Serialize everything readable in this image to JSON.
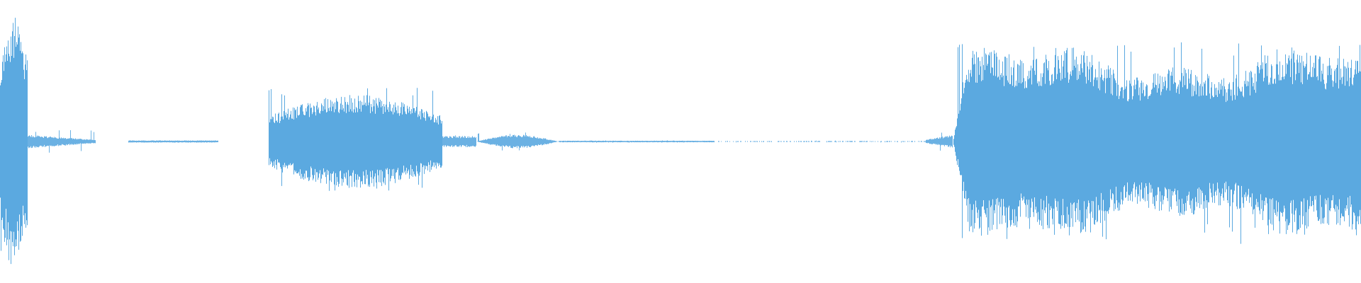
{
  "waveform": {
    "color": "#5ba9e0",
    "background": "#ffffff",
    "duration_fraction_segments": [
      {
        "name": "attack-burst",
        "start": 0.0,
        "end": 0.02,
        "level": 0.92,
        "peak": 1.0
      },
      {
        "name": "attack-tail",
        "start": 0.02,
        "end": 0.07,
        "level": 0.05,
        "peak": 0.1
      },
      {
        "name": "silence-1",
        "start": 0.07,
        "end": 0.094,
        "level": 0.0,
        "peak": 0.0
      },
      {
        "name": "faint-line-1",
        "start": 0.094,
        "end": 0.16,
        "level": 0.008,
        "peak": 0.01
      },
      {
        "name": "silence-2",
        "start": 0.16,
        "end": 0.197,
        "level": 0.0,
        "peak": 0.0
      },
      {
        "name": "mid-burst",
        "start": 0.197,
        "end": 0.325,
        "level": 0.34,
        "peak": 0.46
      },
      {
        "name": "mid-tail",
        "start": 0.325,
        "end": 0.35,
        "level": 0.04,
        "peak": 0.06
      },
      {
        "name": "small-burst",
        "start": 0.35,
        "end": 0.41,
        "level": 0.05,
        "peak": 0.08
      },
      {
        "name": "faint-line-2",
        "start": 0.41,
        "end": 0.525,
        "level": 0.006,
        "peak": 0.01
      },
      {
        "name": "sparse-noise",
        "start": 0.525,
        "end": 0.68,
        "level": 0.004,
        "peak": 0.008
      },
      {
        "name": "pre-swell",
        "start": 0.68,
        "end": 0.7,
        "level": 0.05,
        "peak": 0.08
      },
      {
        "name": "final-swell",
        "start": 0.7,
        "end": 1.0,
        "level": 0.74,
        "peak": 0.88
      }
    ]
  }
}
